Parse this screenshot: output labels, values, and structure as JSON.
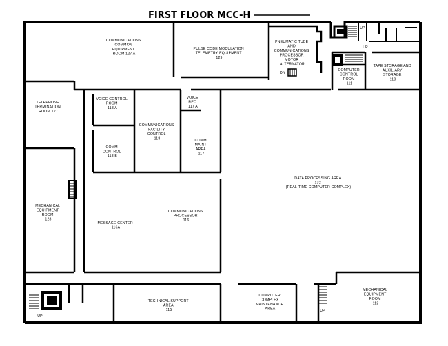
{
  "title": "FIRST FLOOR MCC-H",
  "rooms": {
    "comm_common": [
      "COMMUNICATIONS",
      "COMMON",
      "EQUIPMENT",
      "ROOM 127 A"
    ],
    "pcm": [
      "PULSE CODE MODULATION",
      "TELEMETRY EQUIPMENT",
      "129"
    ],
    "pneumatic": [
      "PNEUMATIC TUBE",
      "AND",
      "COMMUNICATIONS",
      "PROCESSOR",
      "MOTOR",
      "ALTERNATOR"
    ],
    "computer_control": [
      "COMPUTER",
      "CONTROL",
      "ROOM",
      "111"
    ],
    "tape_storage": [
      "TAPE STORAGE AND",
      "AUXILIARY",
      "STORAGE",
      "110"
    ],
    "telephone": [
      "TELEPHONE",
      "TERMINATION",
      "ROOM 127"
    ],
    "voice_control": [
      "VOICE CONTROL",
      "ROOM",
      "118 A"
    ],
    "voice_rec": [
      "VOICE",
      "REC",
      "117 A"
    ],
    "comm_facility": [
      "COMMUNICATIONS",
      "FACILITY",
      "CONTROL",
      "118"
    ],
    "comm_control": [
      "COMM",
      "CONTROL",
      "118 B"
    ],
    "comm_maint": [
      "COMM",
      "MAINT",
      "AREA",
      "117"
    ],
    "data_processing": [
      "DATA PROCESSING AREA",
      "132",
      "(REAL-TIME COMPUTER COMPLEX)"
    ],
    "mechanical_left": [
      "MECHANICAL",
      "EQUIPMENT",
      "ROOM",
      "128"
    ],
    "comm_processor": [
      "COMMUNICATIONS",
      "PROCESSOR",
      "116"
    ],
    "message_center": [
      "MESSAGE CENTER",
      "116A"
    ],
    "technical_support": [
      "TECHNICAL SUPPORT",
      "AREA",
      "115"
    ],
    "computer_maint": [
      "COMPUTER",
      "COMPLEX",
      "MAINTENANCE",
      "AREA"
    ],
    "mechanical_right": [
      "MECHANICAL",
      "EQUIPMENT",
      "ROOM",
      "112"
    ]
  },
  "markers": {
    "up_top": "UP",
    "up_right": "UP",
    "up_bottom_left": "UP",
    "up_bottom_mid": "UP",
    "dn": "DN"
  }
}
